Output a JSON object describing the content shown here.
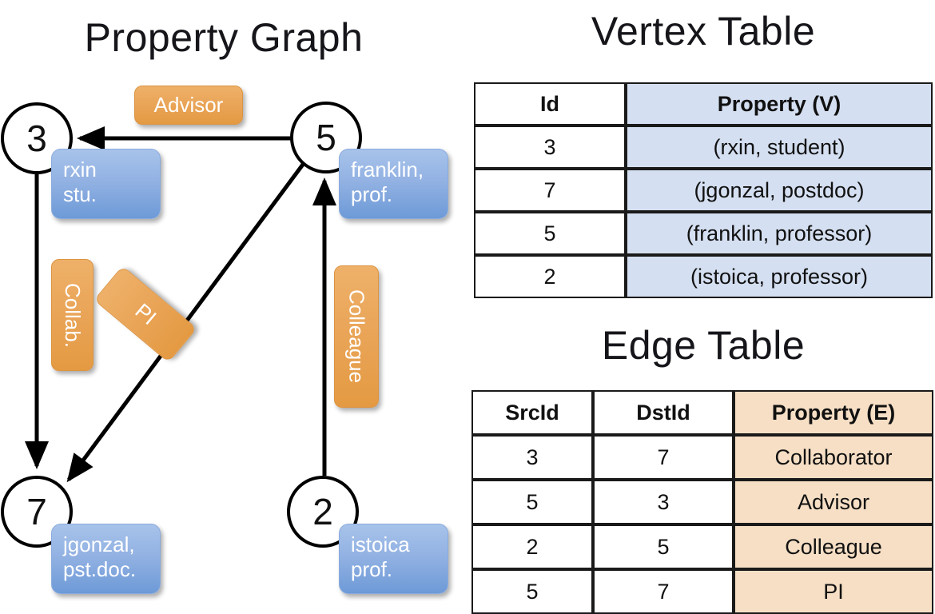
{
  "graph": {
    "title": "Property Graph",
    "nodes": [
      {
        "id": "3",
        "label": "rxin\nstu.",
        "line1": "rxin",
        "line2": "stu."
      },
      {
        "id": "5",
        "label": "franklin,\nprof.",
        "line1": "franklin,",
        "line2": "prof."
      },
      {
        "id": "7",
        "label": "jgonzal,\npst.doc.",
        "line1": "jgonzal,",
        "line2": "pst.doc."
      },
      {
        "id": "2",
        "label": "istoica\nprof.",
        "line1": "istoica",
        "line2": "prof."
      }
    ],
    "edge_labels": [
      {
        "name": "advisor-label",
        "text": "Advisor"
      },
      {
        "name": "collab-label",
        "text": "Collab."
      },
      {
        "name": "pi-label",
        "text": "PI"
      },
      {
        "name": "colleague-label",
        "text": "Colleague"
      }
    ],
    "edges": [
      {
        "src": "5",
        "dst": "3",
        "label": "Advisor"
      },
      {
        "src": "3",
        "dst": "7",
        "label": "Collab."
      },
      {
        "src": "5",
        "dst": "7",
        "label": "PI"
      },
      {
        "src": "2",
        "dst": "5",
        "label": "Colleague"
      }
    ]
  },
  "vertex_table": {
    "title": "Vertex Table",
    "headers": [
      "Id",
      "Property (V)"
    ],
    "rows": [
      [
        "3",
        "(rxin, student)"
      ],
      [
        "7",
        "(jgonzal, postdoc)"
      ],
      [
        "5",
        "(franklin, professor)"
      ],
      [
        "2",
        "(istoica, professor)"
      ]
    ]
  },
  "edge_table": {
    "title": "Edge Table",
    "headers": [
      "SrcId",
      "DstId",
      "Property (E)"
    ],
    "rows": [
      [
        "3",
        "7",
        "Collaborator"
      ],
      [
        "5",
        "3",
        "Advisor"
      ],
      [
        "2",
        "5",
        "Colleague"
      ],
      [
        "5",
        "7",
        "PI"
      ]
    ]
  },
  "colors": {
    "vertex_property_fill": "#d4dff1",
    "edge_property_fill": "#f6dfc5",
    "vertex_box_fill": "#93b2e3",
    "edge_box_fill": "#e9a457",
    "stroke": "#000000",
    "background": "#ffffff"
  }
}
